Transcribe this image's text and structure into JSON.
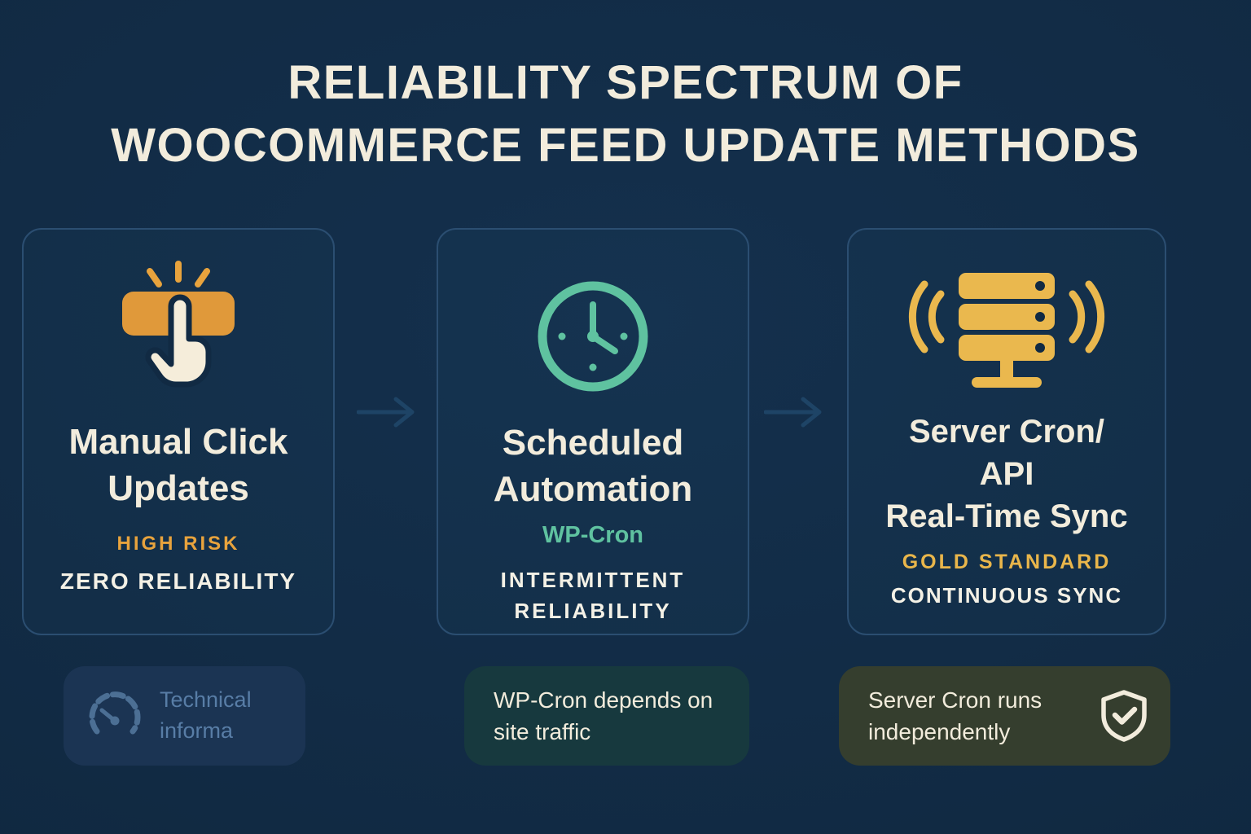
{
  "colors": {
    "background": "#112a43",
    "cream": "#f2ecdc",
    "orange": "#e8a33d",
    "teal": "#5fc2a0",
    "gold": "#e9b64b",
    "card_border": "#2b4e71"
  },
  "title": {
    "line1": "RELIABILITY SPECTRUM OF",
    "line2": "WOOCOMMERCE FEED UPDATE METHODS"
  },
  "cards": [
    {
      "icon": "tap-click-icon",
      "title_line1": "Manual Click",
      "title_line2": "Updates",
      "tag": "HIGH RISK",
      "status": "ZERO RELIABILITY"
    },
    {
      "icon": "clock-icon",
      "title_line1": "Scheduled",
      "title_line2": "Automation",
      "subtitle": "WP-Cron",
      "status_line1": "INTERMITTENT",
      "status_line2": "RELIABILITY"
    },
    {
      "icon": "server-sync-icon",
      "title_line1": "Server Cron/",
      "title_line2": "API",
      "title_line3": "Real-Time Sync",
      "tag": "GOLD STANDARD",
      "status": "CONTINUOUS SYNC"
    }
  ],
  "footnotes": [
    {
      "icon": "gauge-icon",
      "text": "Technical informa"
    },
    {
      "text": "WP-Cron depends on site traffic"
    },
    {
      "icon": "shield-check-icon",
      "text": "Server Cron runs independently"
    }
  ]
}
